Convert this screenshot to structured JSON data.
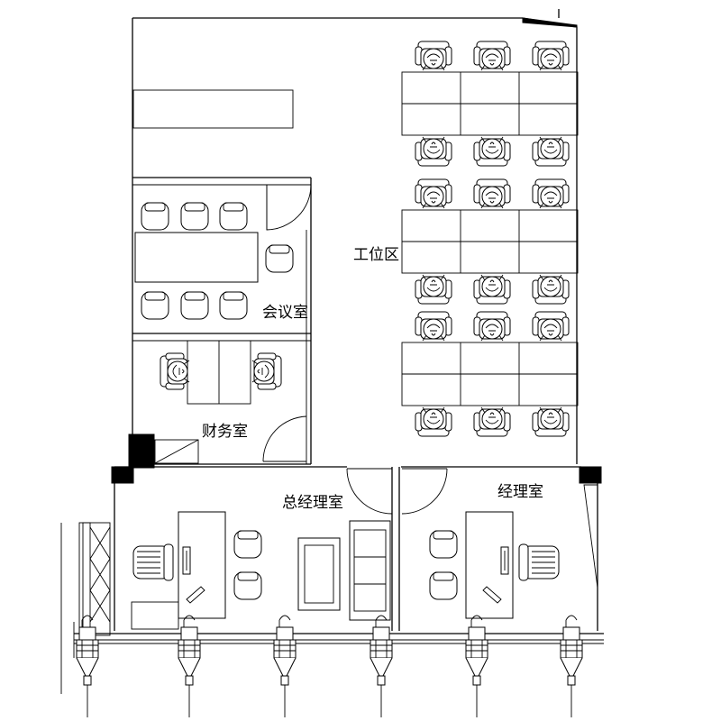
{
  "rooms": {
    "workstation_area": "工位区",
    "meeting_room": "会议室",
    "finance_room": "财务室",
    "gm_office": "总经理室",
    "manager_office": "经理室"
  }
}
